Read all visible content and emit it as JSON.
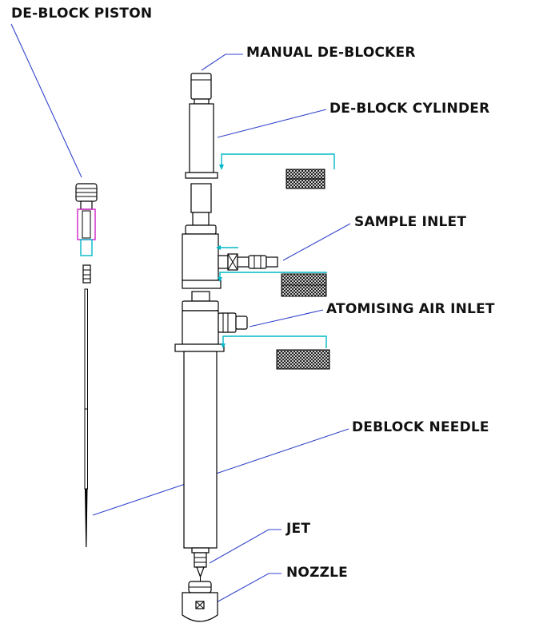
{
  "colors": {
    "leader": "#3344cc",
    "cyan": "#00b8c8",
    "magenta": "#d020c8"
  },
  "labels": {
    "de_block_piston": "DE-BLOCK PISTON",
    "manual_de_blocker": "MANUAL DE-BLOCKER",
    "de_block_cylinder": "DE-BLOCK CYLINDER",
    "sample_inlet": "SAMPLE INLET",
    "atomising_air_inlet": "ATOMISING AIR INLET",
    "deblock_needle": "DEBLOCK NEEDLE",
    "jet": "JET",
    "nozzle": "NOZZLE"
  }
}
